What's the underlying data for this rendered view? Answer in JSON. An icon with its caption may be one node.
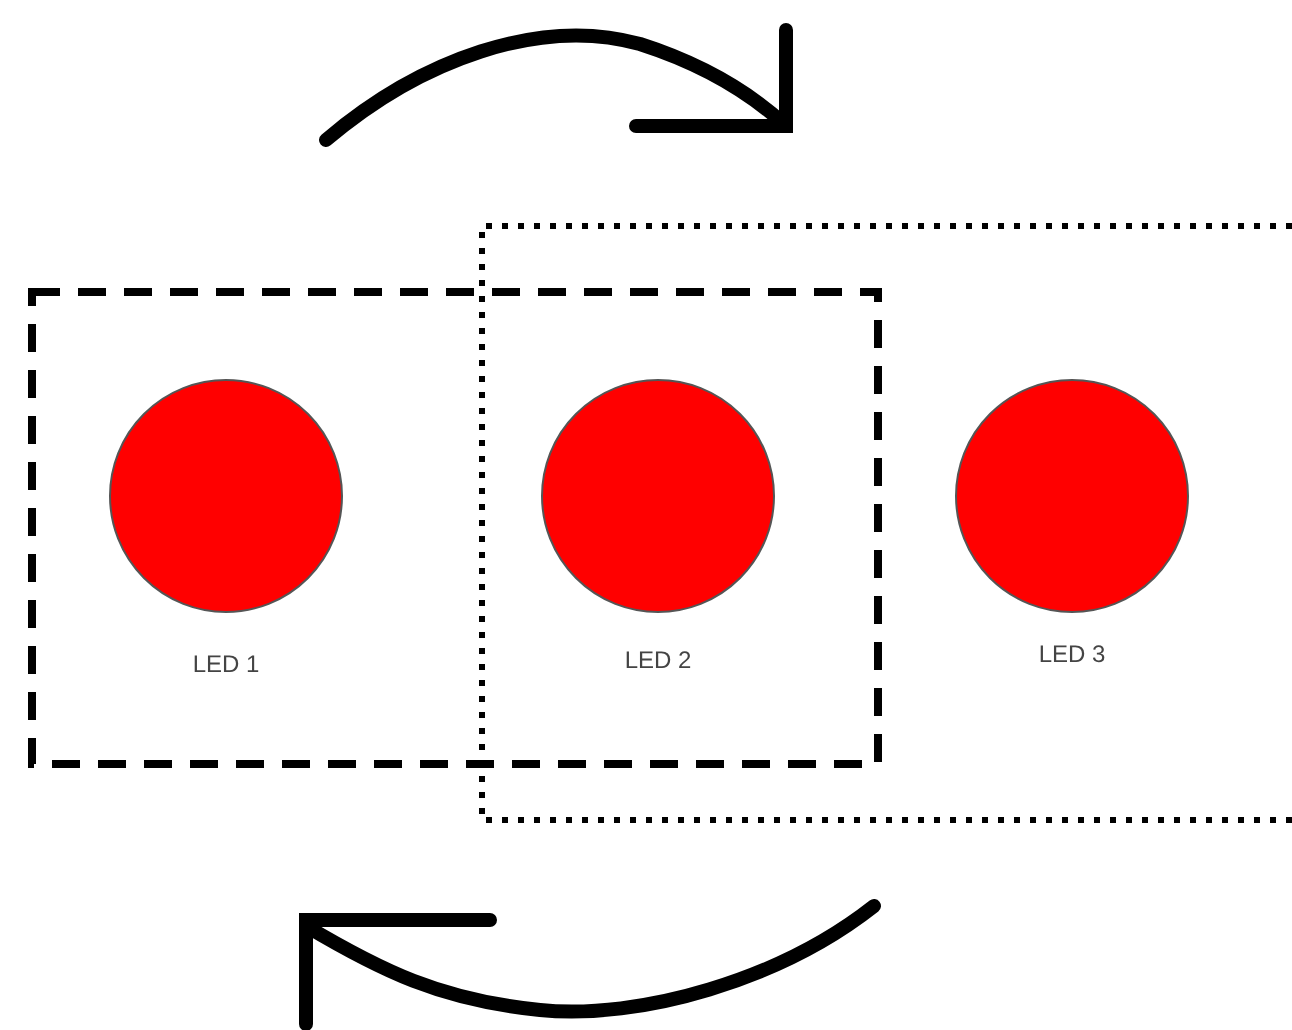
{
  "diagram": {
    "nodes": [
      {
        "text": [
          "LED 1"
        ]
      },
      {
        "text": [
          "LED 2"
        ]
      },
      {
        "text": [
          "LED 3"
        ]
      }
    ],
    "edges": []
  }
}
